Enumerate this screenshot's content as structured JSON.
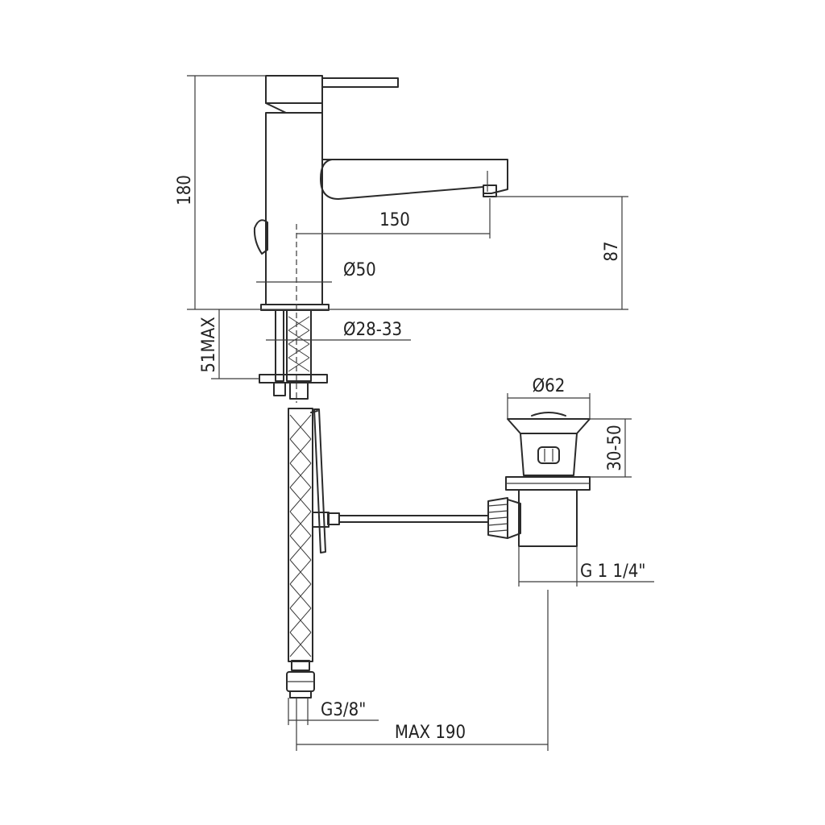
{
  "dimensions": {
    "height_total": "180",
    "spout_reach": "150",
    "spout_height": "87",
    "body_diameter": "Ø50",
    "hole_diameter": "Ø28-33",
    "deck_thickness": "51MAX",
    "waste_diameter": "Ø62",
    "waste_height": "30-50",
    "waste_thread": "G 1 1/4\"",
    "hose_thread": "G3/8\"",
    "max_distance": "MAX 190"
  }
}
